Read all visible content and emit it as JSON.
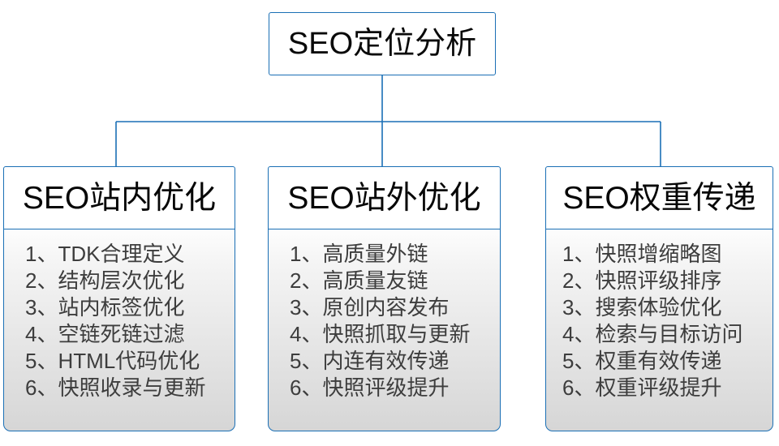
{
  "diagram": {
    "type": "org-tree",
    "title": "SEO定位分析",
    "colors": {
      "border": "#1a6fb5",
      "connector": "#1a6fb5",
      "header_background": "#ffffff",
      "body_gradient_top": "#fdfdfd",
      "body_gradient_bottom": "#d6d6d6",
      "header_text": "#070707",
      "body_text": "#3d3d3d"
    },
    "root": {
      "label": "SEO定位分析"
    },
    "branches": [
      {
        "header": "SEO站内优化",
        "items": [
          "1、TDK合理定义",
          "2、结构层次优化",
          "3、站内标签优化",
          "4、空链死链过滤",
          "5、HTML代码优化",
          "6、快照收录与更新"
        ]
      },
      {
        "header": "SEO站外优化",
        "items": [
          "1、高质量外链",
          "2、高质量友链",
          "3、原创内容发布",
          "4、快照抓取与更新",
          "5、内连有效传递",
          "6、快照评级提升"
        ]
      },
      {
        "header": "SEO权重传递",
        "items": [
          "1、快照增缩略图",
          "2、快照评级排序",
          "3、搜索体验优化",
          "4、检索与目标访问",
          "5、权重有效传递",
          "6、权重评级提升"
        ]
      }
    ]
  }
}
